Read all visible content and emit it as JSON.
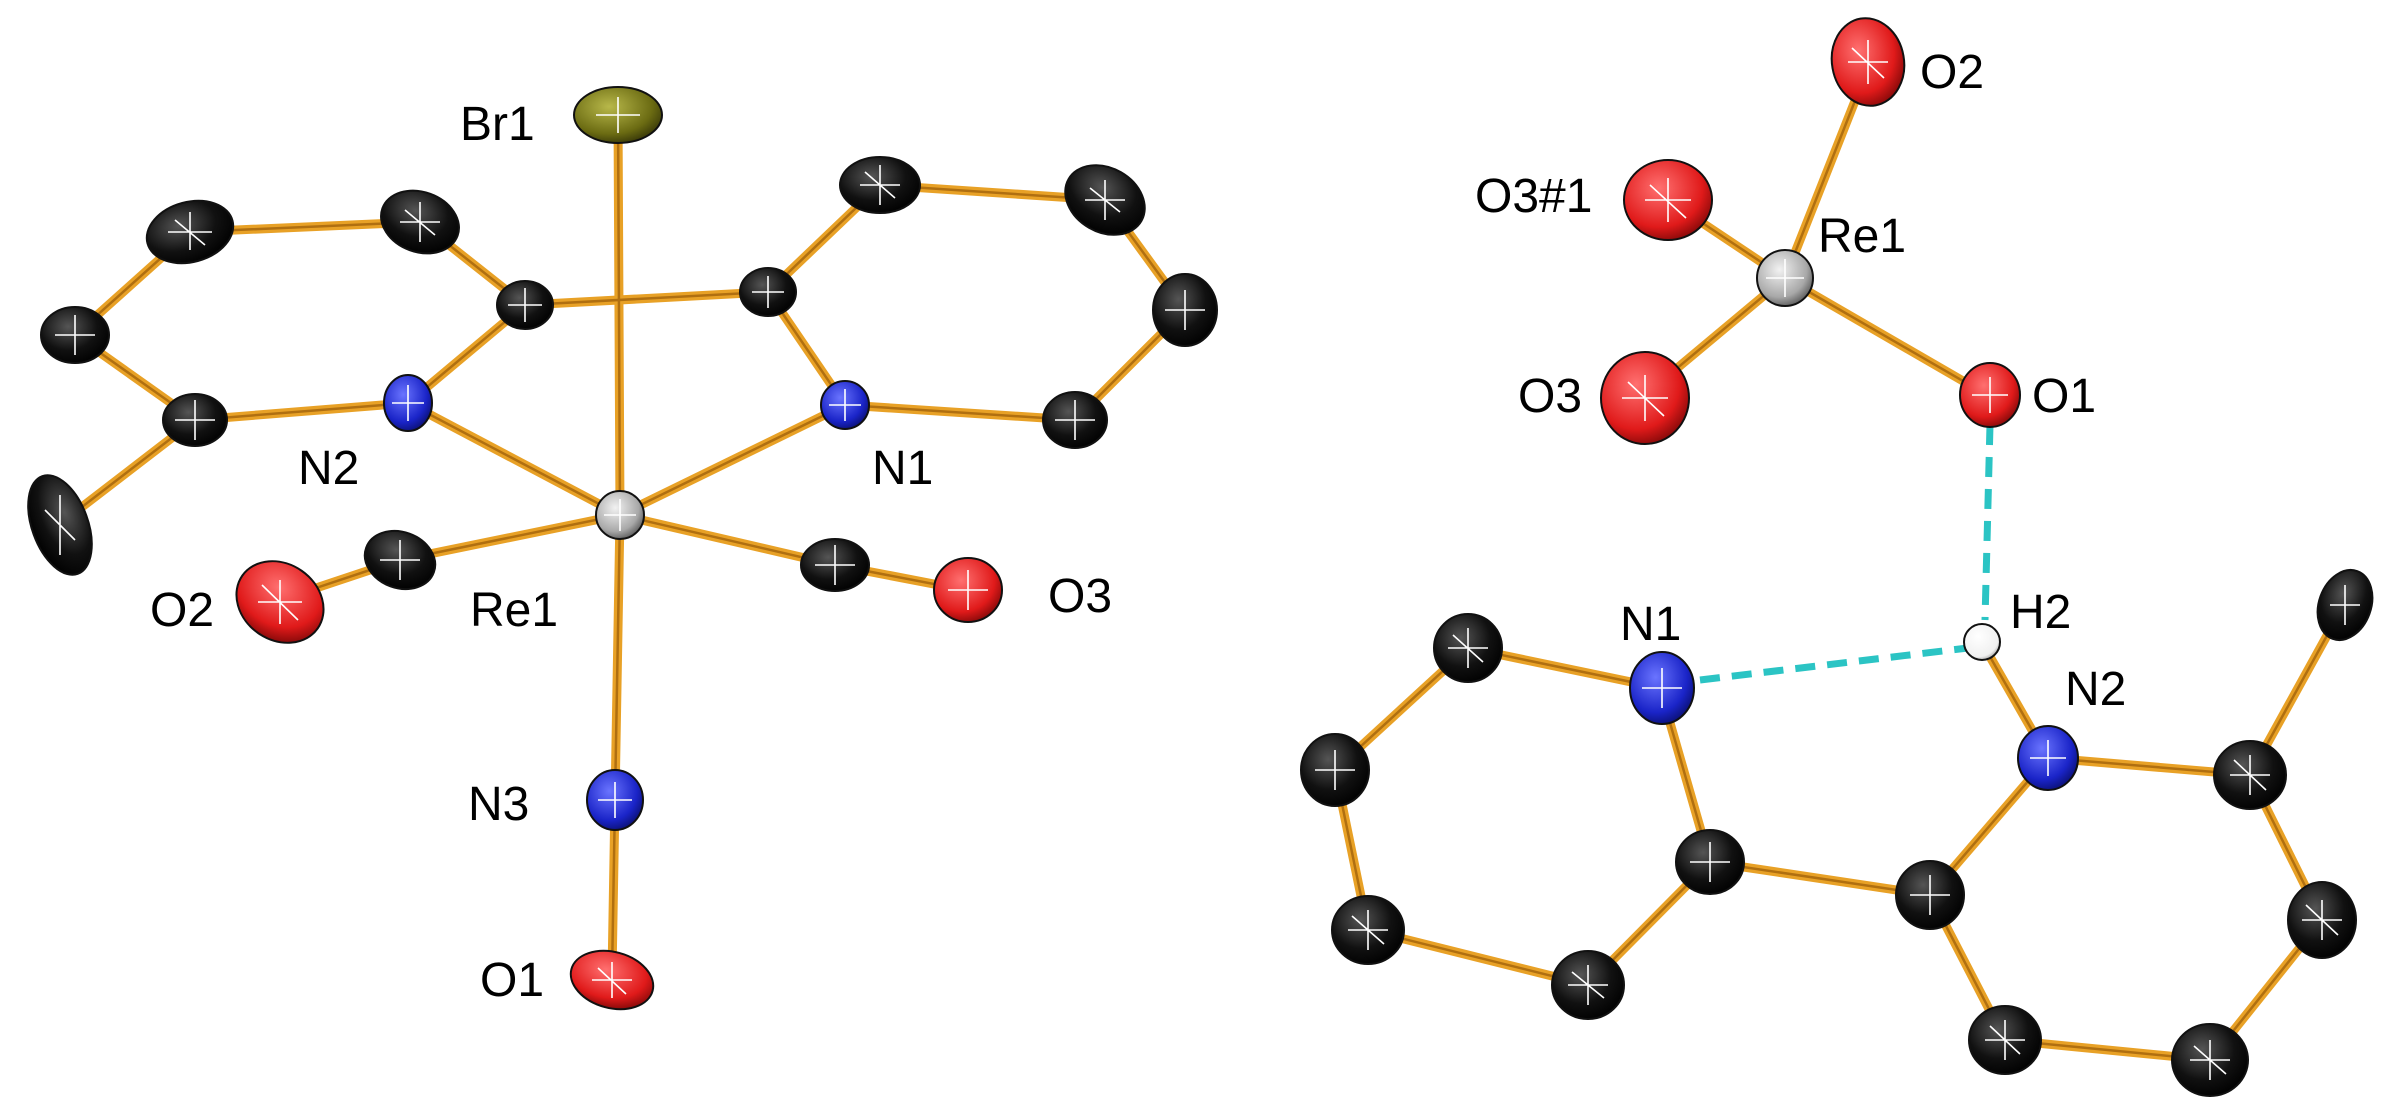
{
  "structure_left": {
    "labels": {
      "br1": "Br1",
      "n1": "N1",
      "n2": "N2",
      "n3": "N3",
      "re1": "Re1",
      "o1": "O1",
      "o2": "O2",
      "o3": "O3"
    }
  },
  "structure_right": {
    "labels": {
      "o2": "O2",
      "o3_1": "O3#1",
      "re1": "Re1",
      "o3": "O3",
      "o1": "O1",
      "h2": "H2",
      "n1": "N1",
      "n2": "N2"
    }
  },
  "colors": {
    "carbon": "#111111",
    "nitrogen": "#1a24c8",
    "oxygen": "#e01a1a",
    "bromine": "#6b6b12",
    "rhenium": "#a8a8a8",
    "hydrogen": "#ffffff",
    "bond": "#e8a126",
    "hydrogen_bond": "#2bc4c4"
  }
}
